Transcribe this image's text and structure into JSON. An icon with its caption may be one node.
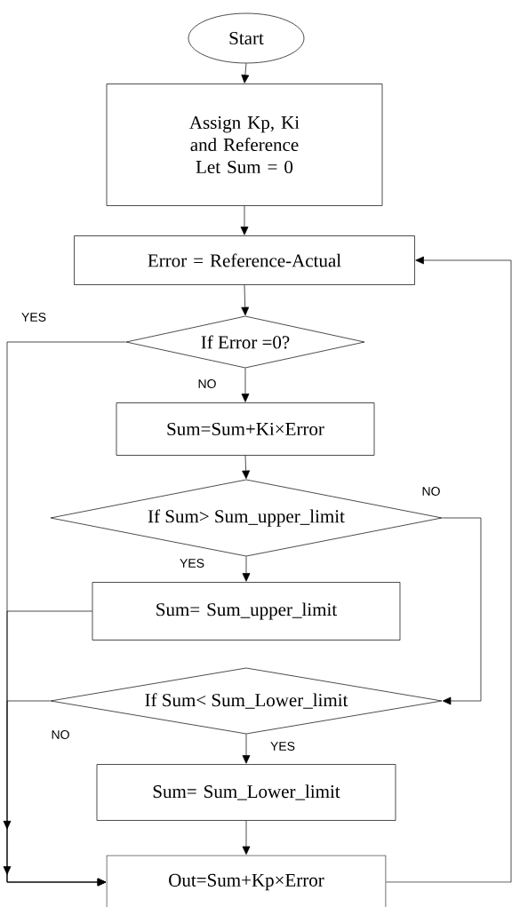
{
  "diagram": {
    "nodes": [
      {
        "text": [
          "Start"
        ]
      },
      {
        "text": [
          "Assign Kp, Ki and Reference",
          "Let Sum = 0"
        ]
      },
      {
        "text": [
          "Error = Reference-Actual"
        ]
      },
      {
        "text": [
          "If Error =0?"
        ]
      },
      {
        "text": [
          "Sum=Sum+Ki×Error"
        ]
      },
      {
        "text": [
          "If Sum> Sum_upper_limit"
        ]
      },
      {
        "text": [
          "Sum= Sum_upper_limit"
        ]
      },
      {
        "text": [
          "If Sum< Sum_Lower_limit"
        ]
      },
      {
        "text": [
          "Sum= Sum_Lower_limit"
        ]
      },
      {
        "text": [
          "Out=Sum+Kp×Error"
        ]
      }
    ],
    "edges": [
      {
        "from": 0,
        "to": 1,
        "arrow": "to"
      },
      {
        "from": 1,
        "to": 2,
        "arrow": "to"
      },
      {
        "from": 2,
        "to": 3,
        "arrow": "to"
      },
      {
        "from": 3,
        "to": 4,
        "arrow": "to",
        "label": "NO"
      },
      {
        "from": 4,
        "to": 5,
        "arrow": "to"
      },
      {
        "from": 5,
        "to": 6,
        "arrow": "to",
        "label": "YES"
      },
      {
        "from": 5,
        "to": 7,
        "arrow": "to",
        "label": "NO"
      },
      {
        "from": 7,
        "to": 8,
        "arrow": "to",
        "label": "YES"
      },
      {
        "from": 8,
        "to": 9,
        "arrow": "to"
      },
      {
        "from": 3,
        "to": 9,
        "arrow": "to",
        "label": "YES"
      },
      {
        "from": 6,
        "to": 9,
        "arrow": "to"
      },
      {
        "from": 7,
        "to": 9,
        "arrow": "to",
        "label": "NO"
      },
      {
        "from": 9,
        "to": 2,
        "arrow": "to"
      }
    ]
  }
}
